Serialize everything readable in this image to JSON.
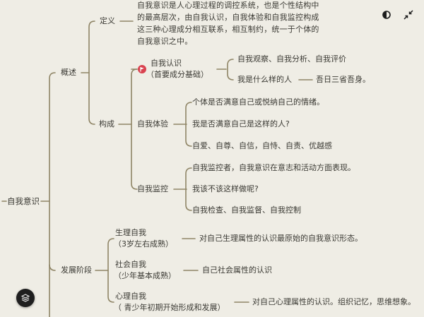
{
  "toolbar": {
    "theme_icon": "contrast-icon",
    "collapse_icon": "collapse-arrows-icon",
    "layers_icon": "layers-icon"
  },
  "colors": {
    "background": "#efede5",
    "connector": "#8f8566",
    "text": "#3b3a34",
    "flag": "#d9424f",
    "layers_button": "#1f1f1f"
  },
  "mindmap": {
    "root": "自我意识",
    "overview": {
      "label": "概述",
      "definition": {
        "label": "定义",
        "text": "自我意识是人心理过程的调控系统，也是个性结构中的最高层次，由自我认识，自我体验和自我监控构成这三种心理成分相互联系，相互制约，统一于个体的自我意识之中。"
      },
      "composition": {
        "label": "构成",
        "self_cognition": {
          "label": "自我认识",
          "sublabel": "（首要成分基础）",
          "marker_icon": "flag-icon",
          "children": [
            "自我观察、自我分析、自我评价",
            "我是什么样的人"
          ],
          "note": "吾日三省吾身。"
        },
        "self_experience": {
          "label": "自我体验",
          "children": [
            "个体是否满意自己或悦纳自己的情绪。",
            "我是否满意自己是这样的人?",
            "自爱、自尊、自信，自恃、自责、优越感"
          ]
        },
        "self_control": {
          "label": "自我监控",
          "children": [
            "自我监控者，自我意识在意志和活动方面表现。",
            "我该不该这样做呢?",
            "自我检查、自我监督、自我控制"
          ]
        }
      }
    },
    "development": {
      "label": "发展阶段",
      "stages": [
        {
          "label": "生理自我",
          "sublabel": "（3岁左右成熟）",
          "desc": "对自己生理属性的认识最原始的自我意识形态。"
        },
        {
          "label": "社会自我",
          "sublabel": "（少年基本成熟）",
          "desc": "自己社会属性的认识"
        },
        {
          "label": "心理自我",
          "sublabel": "（ 青少年初期开始形成和发展）",
          "desc": "对自己心理属性的认识。组织记忆，思维想象。"
        }
      ]
    }
  }
}
